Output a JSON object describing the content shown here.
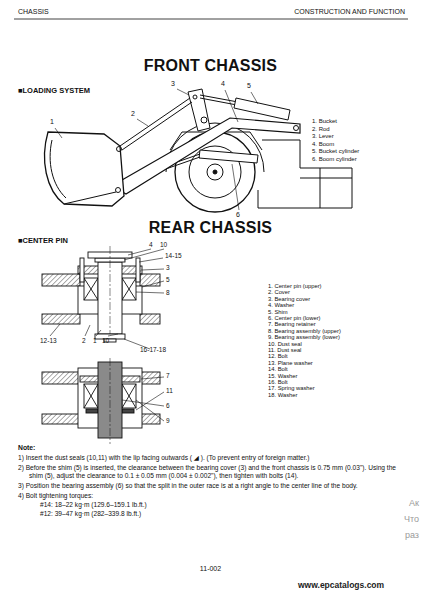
{
  "diagram": {
    "title": "FRONT CHASSIS",
    "labels": [
      "CHASSIS",
      "CONSTRUCTION AND FUNCTION",
      "■LOADING SYSTEM",
      "1",
      "2",
      "3",
      "4",
      "5",
      "6",
      "1. Bucket",
      "2. Rod",
      "3. Lever",
      "4. Boom",
      "5. Bucket cylinder",
      "6. Boom cylinder",
      "REAR CHASSIS",
      "■CENTER PIN",
      "4",
      "10",
      "14-15",
      "3",
      "5",
      "8",
      "12-13",
      "2",
      "1",
      "10",
      "16-17-18",
      "7",
      "11",
      "6",
      "9",
      "1. Center pin (upper)",
      "2. Cover",
      "3. Bearing cover",
      "4. Washer",
      "5. Shim",
      "6. Center pin (lower)",
      "7. Bearing retainer",
      "8. Bearing assembly (upper)",
      "9. Bearing assembly (lower)",
      "10. Dust seal",
      "11. Dust seal",
      "12. Bolt",
      "13. Plane washer",
      "14. Bolt",
      "15. Washer",
      "16. Bolt",
      "17. Spring washer",
      "18. Washer",
      "Note:",
      "1)  Insert the dust seals (10,11) with the lip facing outwards ( ◢ ). (To prevent entry of foreign matter.)",
      "2)  Before the shim (5) is inserted, the clearance between the bearing cover (3) and the front chassis is 0.75 mm (0.03\"). Using the shim (5), adjust the clearance to 0.1 ± 0.05 mm (0.004 ± 0.002\"), then tighten with bolts (14).",
      "3)  Position the bearing assembly (6) so that the split in the outer race is at a right angle to the center line of the body.",
      "4)  Bolt tightening torques:",
      "#14:  18–22 kg·m (129.6–159.1 lb.ft.)",
      "#12:  39–47 kg·m (282–339.8 lb.ft.)",
      "11-002",
      "www.epcatalogs.com",
      "Ак",
      "Что",
      "раз"
    ]
  }
}
